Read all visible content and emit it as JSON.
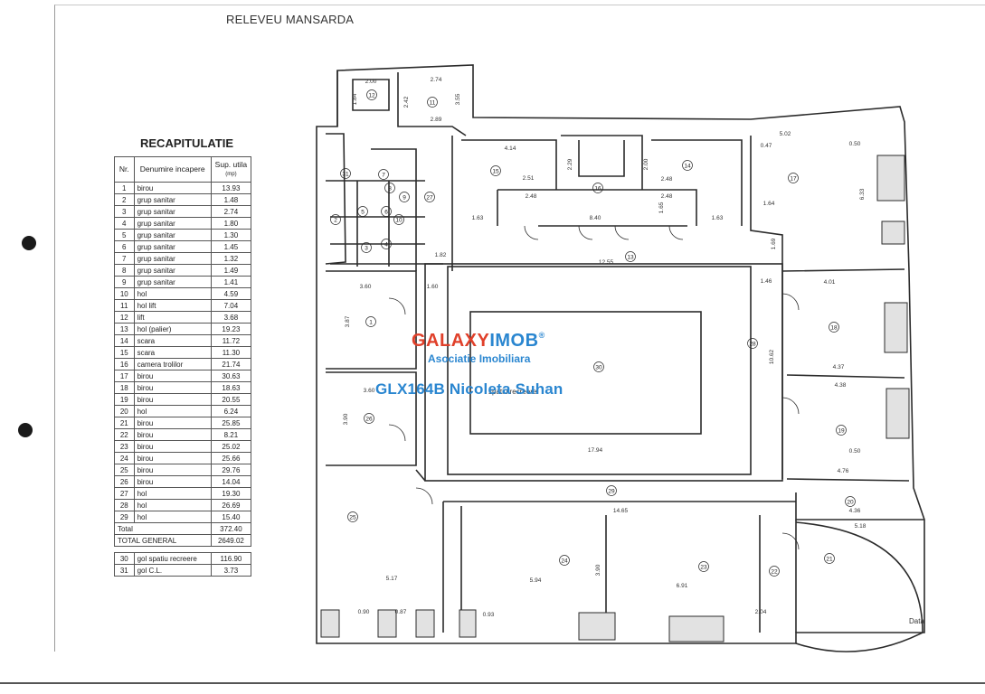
{
  "sheet_title": "RELEVEU MANSARDA",
  "recap": {
    "title": "RECAPITULATIE",
    "headers": {
      "nr": "Nr.",
      "name": "Denumire incapere",
      "area": "Sup. utila",
      "unit": "(mp)"
    },
    "rows": [
      {
        "nr": "1",
        "name": "birou",
        "area": "13.93"
      },
      {
        "nr": "2",
        "name": "grup sanitar",
        "area": "1.48"
      },
      {
        "nr": "3",
        "name": "grup sanitar",
        "area": "2.74"
      },
      {
        "nr": "4",
        "name": "grup sanitar",
        "area": "1.80"
      },
      {
        "nr": "5",
        "name": "grup sanitar",
        "area": "1.30"
      },
      {
        "nr": "6",
        "name": "grup sanitar",
        "area": "1.45"
      },
      {
        "nr": "7",
        "name": "grup sanitar",
        "area": "1.32"
      },
      {
        "nr": "8",
        "name": "grup sanitar",
        "area": "1.49"
      },
      {
        "nr": "9",
        "name": "grup sanitar",
        "area": "1.41"
      },
      {
        "nr": "10",
        "name": "hol",
        "area": "4.59"
      },
      {
        "nr": "11",
        "name": "hol lift",
        "area": "7.04"
      },
      {
        "nr": "12",
        "name": "lift",
        "area": "3.68"
      },
      {
        "nr": "13",
        "name": "hol (palier)",
        "area": "19.23"
      },
      {
        "nr": "14",
        "name": "scara",
        "area": "11.72"
      },
      {
        "nr": "15",
        "name": "scara",
        "area": "11.30"
      },
      {
        "nr": "16",
        "name": "camera trolilor",
        "area": "21.74"
      },
      {
        "nr": "17",
        "name": "birou",
        "area": "30.63"
      },
      {
        "nr": "18",
        "name": "birou",
        "area": "18.63"
      },
      {
        "nr": "19",
        "name": "birou",
        "area": "20.55"
      },
      {
        "nr": "20",
        "name": "hol",
        "area": "6.24"
      },
      {
        "nr": "21",
        "name": "birou",
        "area": "25.85"
      },
      {
        "nr": "22",
        "name": "birou",
        "area": "8.21"
      },
      {
        "nr": "23",
        "name": "birou",
        "area": "25.02"
      },
      {
        "nr": "24",
        "name": "birou",
        "area": "25.66"
      },
      {
        "nr": "25",
        "name": "birou",
        "area": "29.76"
      },
      {
        "nr": "26",
        "name": "birou",
        "area": "14.04"
      },
      {
        "nr": "27",
        "name": "hol",
        "area": "19.30"
      },
      {
        "nr": "28",
        "name": "hol",
        "area": "26.69"
      },
      {
        "nr": "29",
        "name": "hol",
        "area": "15.40"
      }
    ],
    "total_label": "Total",
    "total_value": "372.40",
    "grand_total_label": "TOTAL GENERAL",
    "grand_total_value": "2649.02",
    "extra_rows": [
      {
        "nr": "30",
        "name": "gol spatiu recreere",
        "area": "116.90"
      },
      {
        "nr": "31",
        "name": "gol C.L.",
        "area": "3.73"
      }
    ]
  },
  "watermark": {
    "brand_part1": "GALAXY",
    "brand_part2": "IMOB",
    "registered": "®",
    "subtitle": "Asociatie Imobiliara",
    "agent": "GLX164B Nicoleta Suhan"
  },
  "plan": {
    "room_numbers": [
      "1",
      "2",
      "3",
      "4",
      "5",
      "6",
      "7",
      "8",
      "9",
      "10",
      "11",
      "12",
      "13",
      "14",
      "15",
      "16",
      "17",
      "18",
      "19",
      "20",
      "21",
      "22",
      "23",
      "24",
      "25",
      "26",
      "27",
      "28",
      "29",
      "30",
      "31"
    ],
    "central_label": "spatiu recreere",
    "corner_label": "Data",
    "dimensions": [
      "2.00",
      "2.74",
      "1.84",
      "2.42",
      "2.89",
      "3.55",
      "4.14",
      "2.51",
      "2.29",
      "2.00",
      "2.48",
      "5.02",
      "0.47",
      "0.50",
      "2.48",
      "2.48",
      "1.63",
      "8.40",
      "1.65",
      "1.63",
      "12.55",
      "1.82",
      "1.60",
      "3.60",
      "3.87",
      "1.46",
      "4.01",
      "4.37",
      "4.38",
      "3.60",
      "3.90",
      "17.94",
      "4.76",
      "14.65",
      "4.36",
      "5.18",
      "5.17",
      "5.94",
      "6.91",
      "2.04",
      "3.90",
      "0.90",
      "0.87",
      "0.93",
      "0.50",
      "10.62",
      "1.64",
      "1.69",
      "6.33"
    ]
  },
  "colors": {
    "line": "#2b2b2b",
    "wall_fill": "#e2e2e2",
    "brand_red": "#e0402a",
    "brand_blue": "#2a86d0"
  }
}
